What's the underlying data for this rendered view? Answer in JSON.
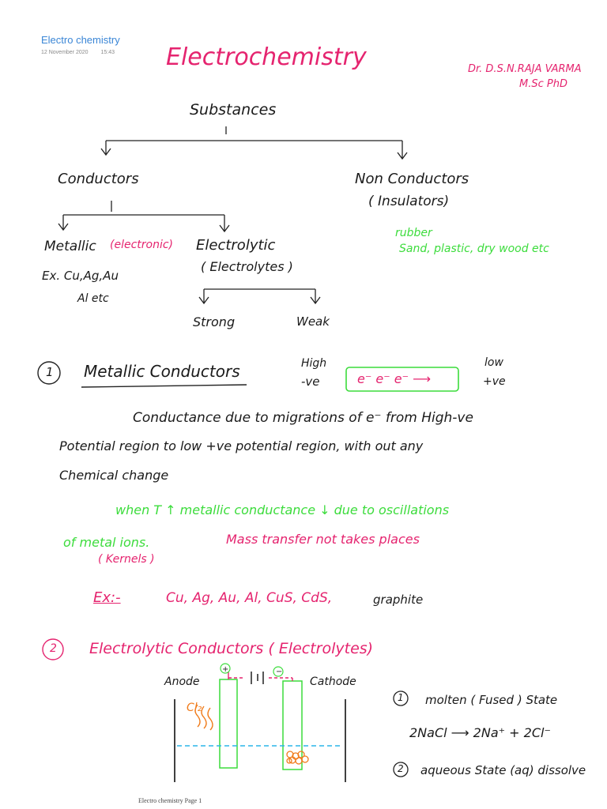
{
  "header": {
    "notebook_title": "Electro chemistry",
    "date": "12 November 2020",
    "time": "15:43"
  },
  "note": {
    "title": "Electrochemistry",
    "author_line1": "Dr. D.S.N.RAJA VARMA",
    "author_line2": "M.Sc PhD",
    "tree": {
      "root": "Substances",
      "conductors": "Conductors",
      "non_conductors": "Non Conductors",
      "insulators": "( Insulators)",
      "metallic": "Metallic",
      "electronic": "(electronic)",
      "electrolytic": "Electrolytic",
      "electrolytes": "( Electrolytes )",
      "examples_metals_line1": "Ex. Cu,Ag,Au",
      "examples_metals_line2": "Al etc",
      "strong": "Strong",
      "weak": "Weak",
      "rubber": "rubber",
      "insulator_examples": "Sand, plastic, dry wood etc"
    },
    "section1": {
      "number": "1",
      "heading": "Metallic Conductors",
      "high": "High",
      "neg_ve": "-ve",
      "low": "low",
      "pos_ve": "+ve",
      "electrons": "e⁻ e⁻ e⁻  ⟶",
      "body_line1": "Conductance due to migrations of e⁻ from High-ve",
      "body_line2": "Potential region to low +ve potential region, with out any",
      "body_line3": "Chemical change",
      "green_line1": "when T ↑  metallic conductance ↓ due to oscillations",
      "green_line2": "of metal ions.",
      "green_line3": "( Kernels )",
      "mass_transfer": "Mass transfer not takes places",
      "example_label": "Ex:-",
      "example_values": "Cu, Ag, Au, Al, CuS, CdS,",
      "example_graphite": "graphite"
    },
    "section2": {
      "number": "2",
      "heading": "Electrolytic Conductors ( Electrolytes)",
      "anode": "Anode",
      "cathode": "Cathode",
      "cl2": "Cl₂",
      "item1_number": "1",
      "item1": "molten ( Fused ) State",
      "reaction": "2NaCl ⟶ 2Na⁺ + 2Cl⁻",
      "item2_number": "2",
      "item2": "aqueous State (aq) dissolve"
    }
  },
  "footer": {
    "page_label": "Electro chemistry Page 1"
  },
  "colors": {
    "pink": "#e5246f",
    "green": "#3cdc3c",
    "blue_link": "#3a86d6",
    "cyan_dash": "#2bb5e8",
    "orange": "#f07b1a"
  }
}
